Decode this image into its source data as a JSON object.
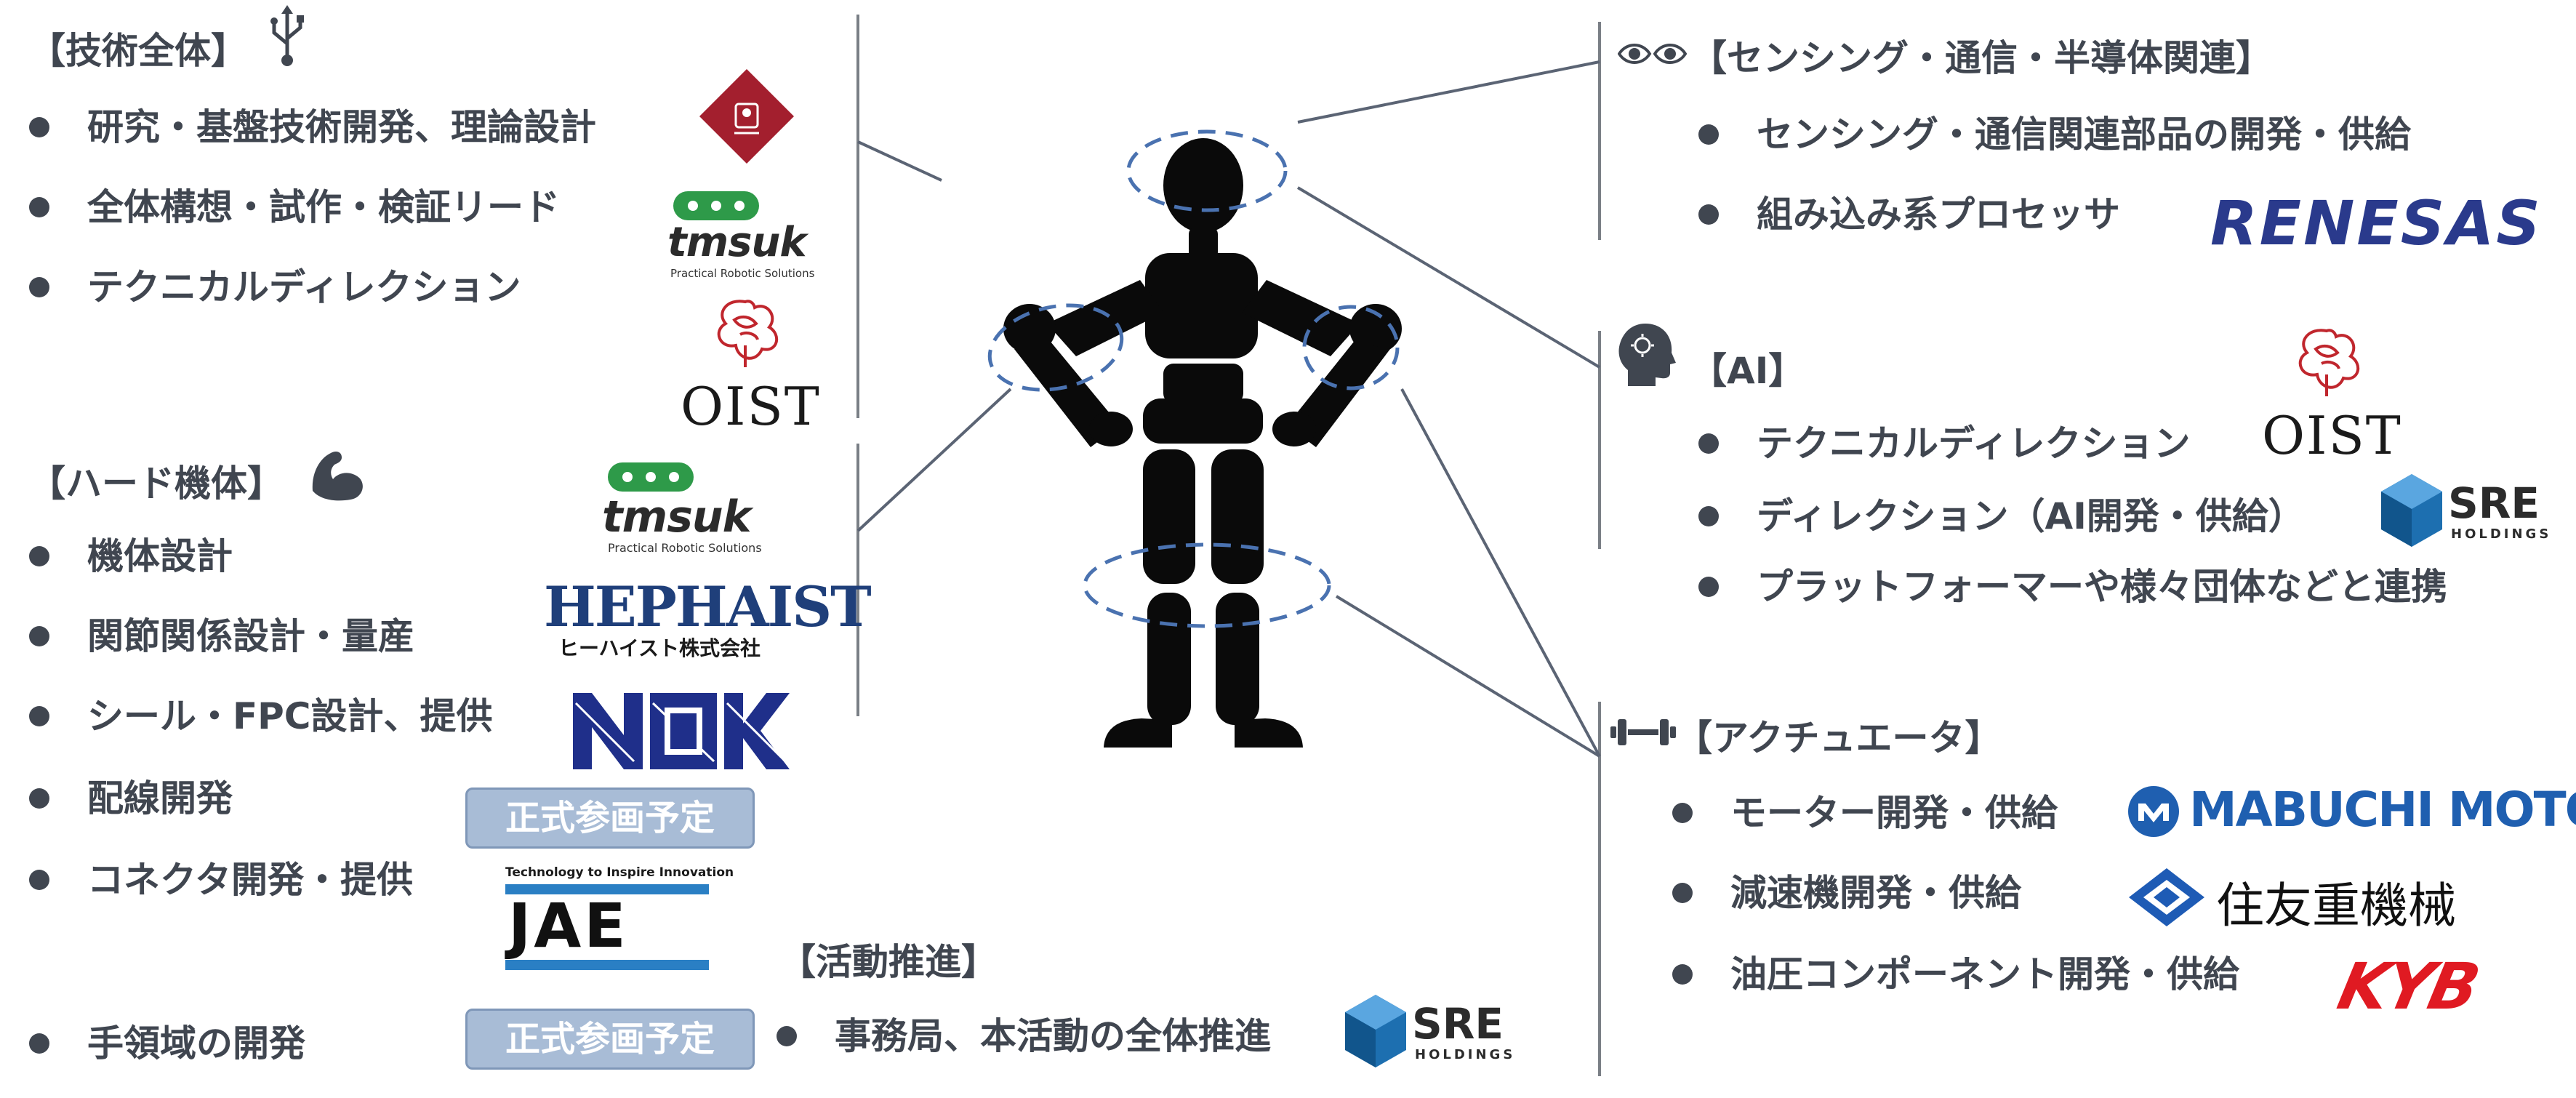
{
  "sections": {
    "tech": {
      "title": "【技術全体】",
      "items": [
        "研究・基盤技術開発、理論設計",
        "全体構想・試作・検証リード",
        "テクニカルディレクション"
      ]
    },
    "hard": {
      "title": "【ハード機体】",
      "items": [
        "機体設計",
        "関節関係設計・量産",
        "シール・FPC設計、提供",
        "配線開発",
        "コネクタ開発・提供",
        "手領域の開発"
      ]
    },
    "promo": {
      "title": "【活動推進】",
      "items": [
        "事務局、本活動の全体推進"
      ]
    },
    "sensing": {
      "title": "【センシング・通信・半導体関連】",
      "items": [
        "センシング・通信関連部品の開発・供給",
        "組み込み系プロセッサ"
      ]
    },
    "ai": {
      "title": "【AI】",
      "items": [
        "テクニカルディレクション",
        "ディレクション（AI開発・供給）",
        "プラットフォーマーや様々団体などと連携"
      ]
    },
    "actuator": {
      "title": "【アクチュエータ】",
      "items": [
        "モーター開発・供給",
        "減速機開発・供給",
        "油圧コンポーネント開発・供給"
      ]
    }
  },
  "badges": {
    "planned": "正式参画予定"
  },
  "logos": {
    "tmsuk": {
      "name": "tmsuk",
      "tagline": "Practical Robotic Solutions"
    },
    "oist": "OIST",
    "hephaist": {
      "name": "HEPHAIST",
      "sub": "ヒーハイスト株式会社"
    },
    "nok": "NOK",
    "jae": {
      "tagline": "Technology to Inspire Innovation",
      "name": "JAE"
    },
    "sre": {
      "name": "SRE",
      "sub": "HOLDINGS"
    },
    "renesas": "RENESAS",
    "mabuchi": "MABUCHI MOTOR",
    "sumitomo": "住友重機械",
    "kyb": "KYB"
  },
  "colors": {
    "text": "#404650",
    "ring": "#4a72b0",
    "badge": "#a8bcd6",
    "tmsuk_green": "#2e9a49",
    "hephaist_navy": "#1f3f7a",
    "renesas_navy": "#2a3a8c",
    "mabuchi_blue": "#1f5fb0",
    "sumitomo_blue": "#1e5bb5",
    "kyb_red": "#e01a22",
    "sre_blue": "#1d6fb0",
    "oist_red": "#c0262d"
  }
}
